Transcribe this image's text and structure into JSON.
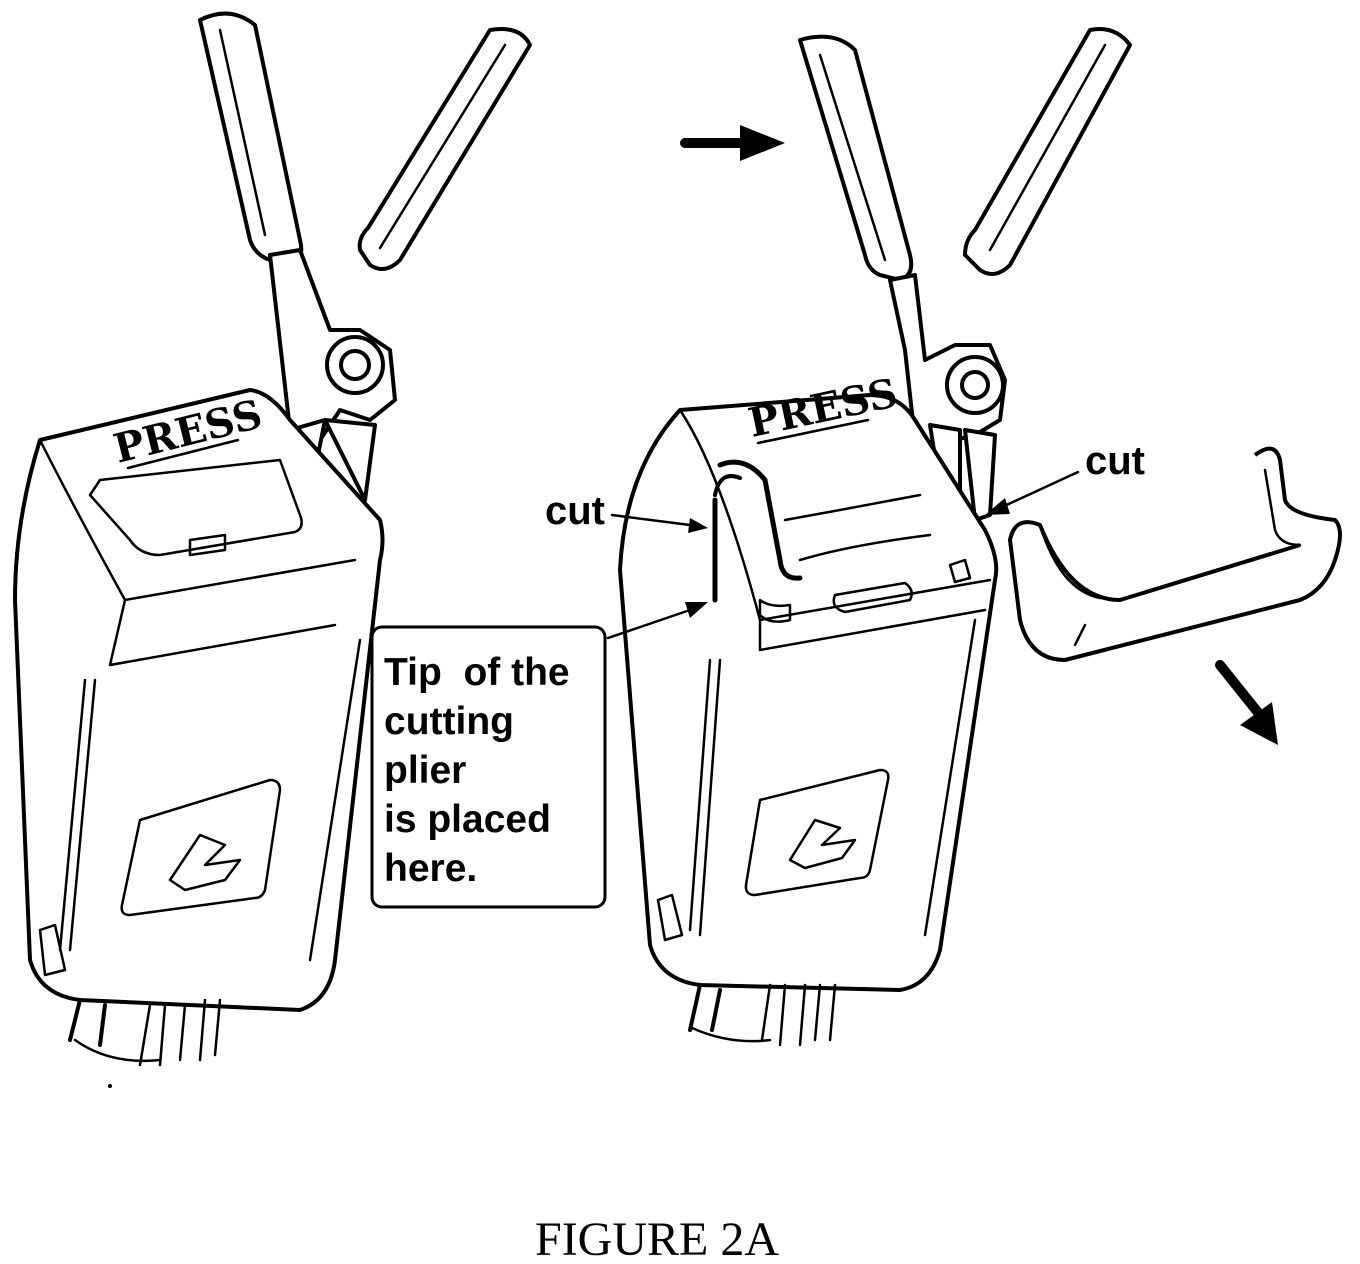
{
  "left_unit": {
    "press_label": "PRESS"
  },
  "right_unit": {
    "press_label": "PRESS",
    "cut_label_left": "cut",
    "cut_label_right": "cut",
    "callout_lines": [
      "Tip  of the",
      "cutting",
      "plier",
      "is placed",
      "here."
    ]
  },
  "caption": "FIGURE 2A"
}
